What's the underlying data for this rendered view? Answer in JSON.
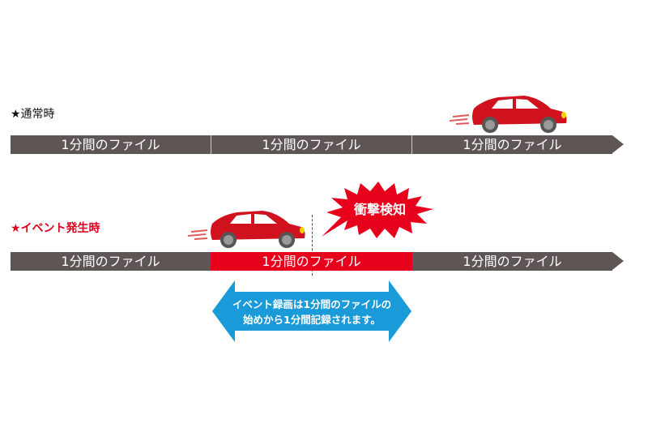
{
  "normal": {
    "label": "★通常時",
    "segments": [
      "1分間のファイル",
      "1分間のファイル",
      "1分間のファイル"
    ]
  },
  "event": {
    "label": "★イベント発生時",
    "segments": [
      "1分間のファイル",
      "1分間のファイル",
      "1分間のファイル"
    ],
    "highlighted_segment_index": 1,
    "impact_label": "衝撃検知",
    "note_line1": "イベント録画は1分間のファイルの",
    "note_line2": "始めから1分間記録されます。"
  },
  "colors": {
    "bar_gray": "#5e5654",
    "bar_red": "#e6001b",
    "car_red": "#d0121e",
    "arrow_blue": "#1a9ad9",
    "label_red": "#d9001b"
  },
  "icons": [
    "car-icon",
    "speed-lines-icon",
    "impact-burst-icon",
    "double-arrow-icon"
  ]
}
